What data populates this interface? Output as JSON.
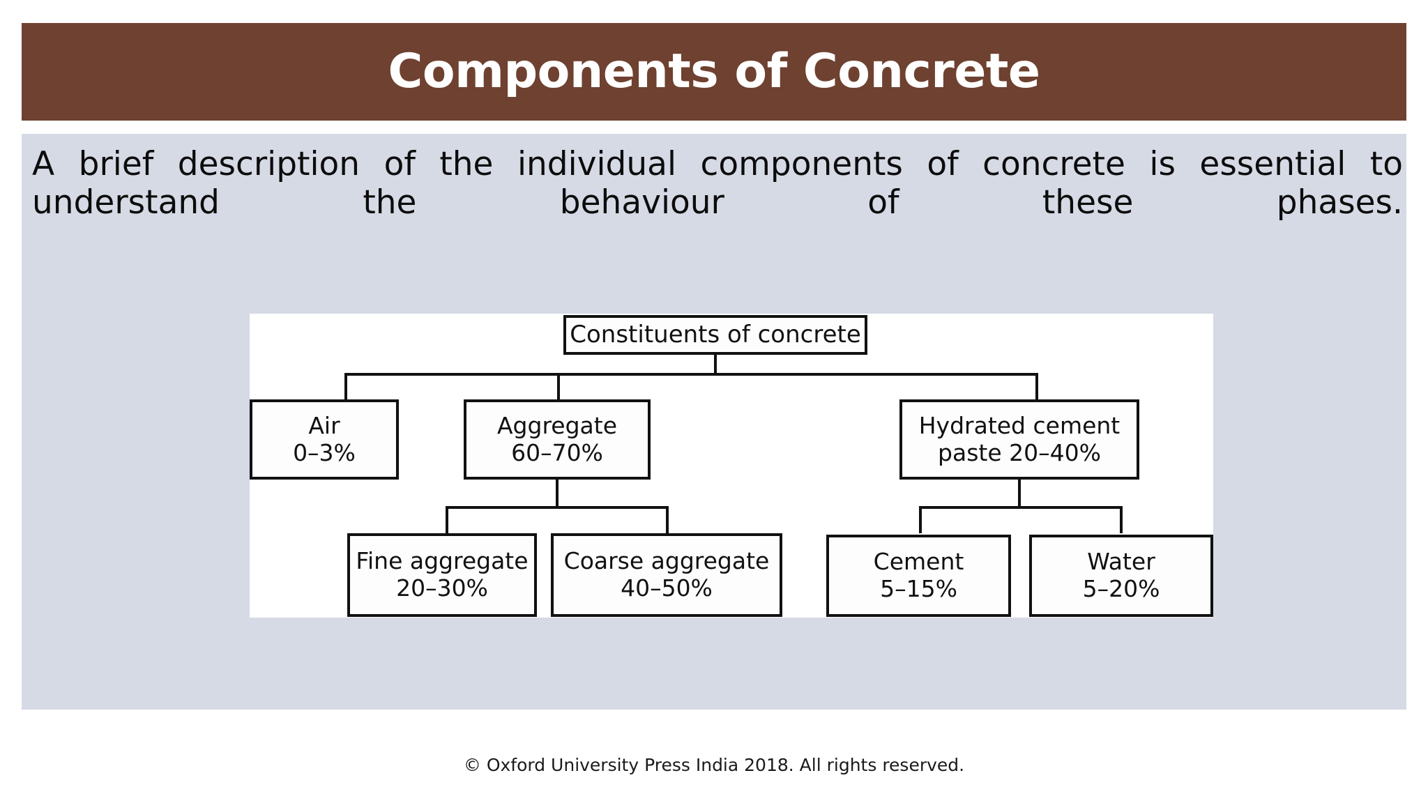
{
  "slide": {
    "title": "Components of Concrete",
    "title_bar_color": "#6F4130",
    "body_panel_color": "#D6DAE5",
    "body_text": "A brief description of the individual components of concrete is essential to understand the behaviour of these phases.",
    "footer": "© Oxford University Press India 2018. All rights reserved."
  },
  "diagram": {
    "panel_background": "#FFFFFF",
    "line_color": "#111111",
    "root": {
      "label": "Constituents of concrete"
    },
    "level2": [
      {
        "name": "Air",
        "label_line1": "Air",
        "label_line2": "0–3%"
      },
      {
        "name": "Aggregate",
        "label_line1": "Aggregate",
        "label_line2": "60–70%"
      },
      {
        "name": "Hydrated cement",
        "label_line1": "Hydrated cement",
        "label_line2": "paste 20–40%"
      }
    ],
    "level3": [
      {
        "name": "Fine aggregate",
        "label_line1": "Fine aggregate",
        "label_line2": "20–30%",
        "parent": "Aggregate"
      },
      {
        "name": "Coarse aggregate",
        "label_line1": "Coarse aggregate",
        "label_line2": "40–50%",
        "parent": "Aggregate"
      },
      {
        "name": "Cement",
        "label_line1": "Cement",
        "label_line2": "5–15%",
        "parent": "Hydrated cement"
      },
      {
        "name": "Water",
        "label_line1": "Water",
        "label_line2": "5–20%",
        "parent": "Hydrated cement"
      }
    ]
  }
}
